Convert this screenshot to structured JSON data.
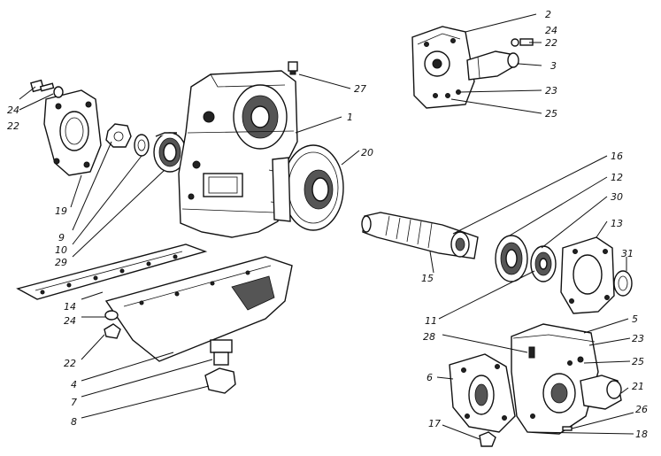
{
  "callouts": [
    {
      "id": "c2",
      "text": "2"
    },
    {
      "id": "c24a",
      "text": "24"
    },
    {
      "id": "c22a",
      "text": "22"
    },
    {
      "id": "c3",
      "text": "3"
    },
    {
      "id": "c23a",
      "text": "23"
    },
    {
      "id": "c25a",
      "text": "25"
    },
    {
      "id": "c27",
      "text": "27"
    },
    {
      "id": "c1",
      "text": "1"
    },
    {
      "id": "c20",
      "text": "20"
    },
    {
      "id": "c24b",
      "text": "24"
    },
    {
      "id": "c22b",
      "text": "22"
    },
    {
      "id": "c19",
      "text": "19"
    },
    {
      "id": "c9",
      "text": "9"
    },
    {
      "id": "c10",
      "text": "10"
    },
    {
      "id": "c29",
      "text": "29"
    },
    {
      "id": "c16",
      "text": "16"
    },
    {
      "id": "c12",
      "text": "12"
    },
    {
      "id": "c30",
      "text": "30"
    },
    {
      "id": "c13",
      "text": "13"
    },
    {
      "id": "c31",
      "text": "31"
    },
    {
      "id": "c15",
      "text": "15"
    },
    {
      "id": "c14",
      "text": "14"
    },
    {
      "id": "c24c",
      "text": "24"
    },
    {
      "id": "c22c",
      "text": "22"
    },
    {
      "id": "c4",
      "text": "4"
    },
    {
      "id": "c7",
      "text": "7"
    },
    {
      "id": "c8",
      "text": "8"
    },
    {
      "id": "c11",
      "text": "11"
    },
    {
      "id": "c5",
      "text": "5"
    },
    {
      "id": "c28",
      "text": "28"
    },
    {
      "id": "c23b",
      "text": "23"
    },
    {
      "id": "c25b",
      "text": "25"
    },
    {
      "id": "c6",
      "text": "6"
    },
    {
      "id": "c21",
      "text": "21"
    },
    {
      "id": "c26",
      "text": "26"
    },
    {
      "id": "c17",
      "text": "17"
    },
    {
      "id": "c18",
      "text": "18"
    }
  ]
}
